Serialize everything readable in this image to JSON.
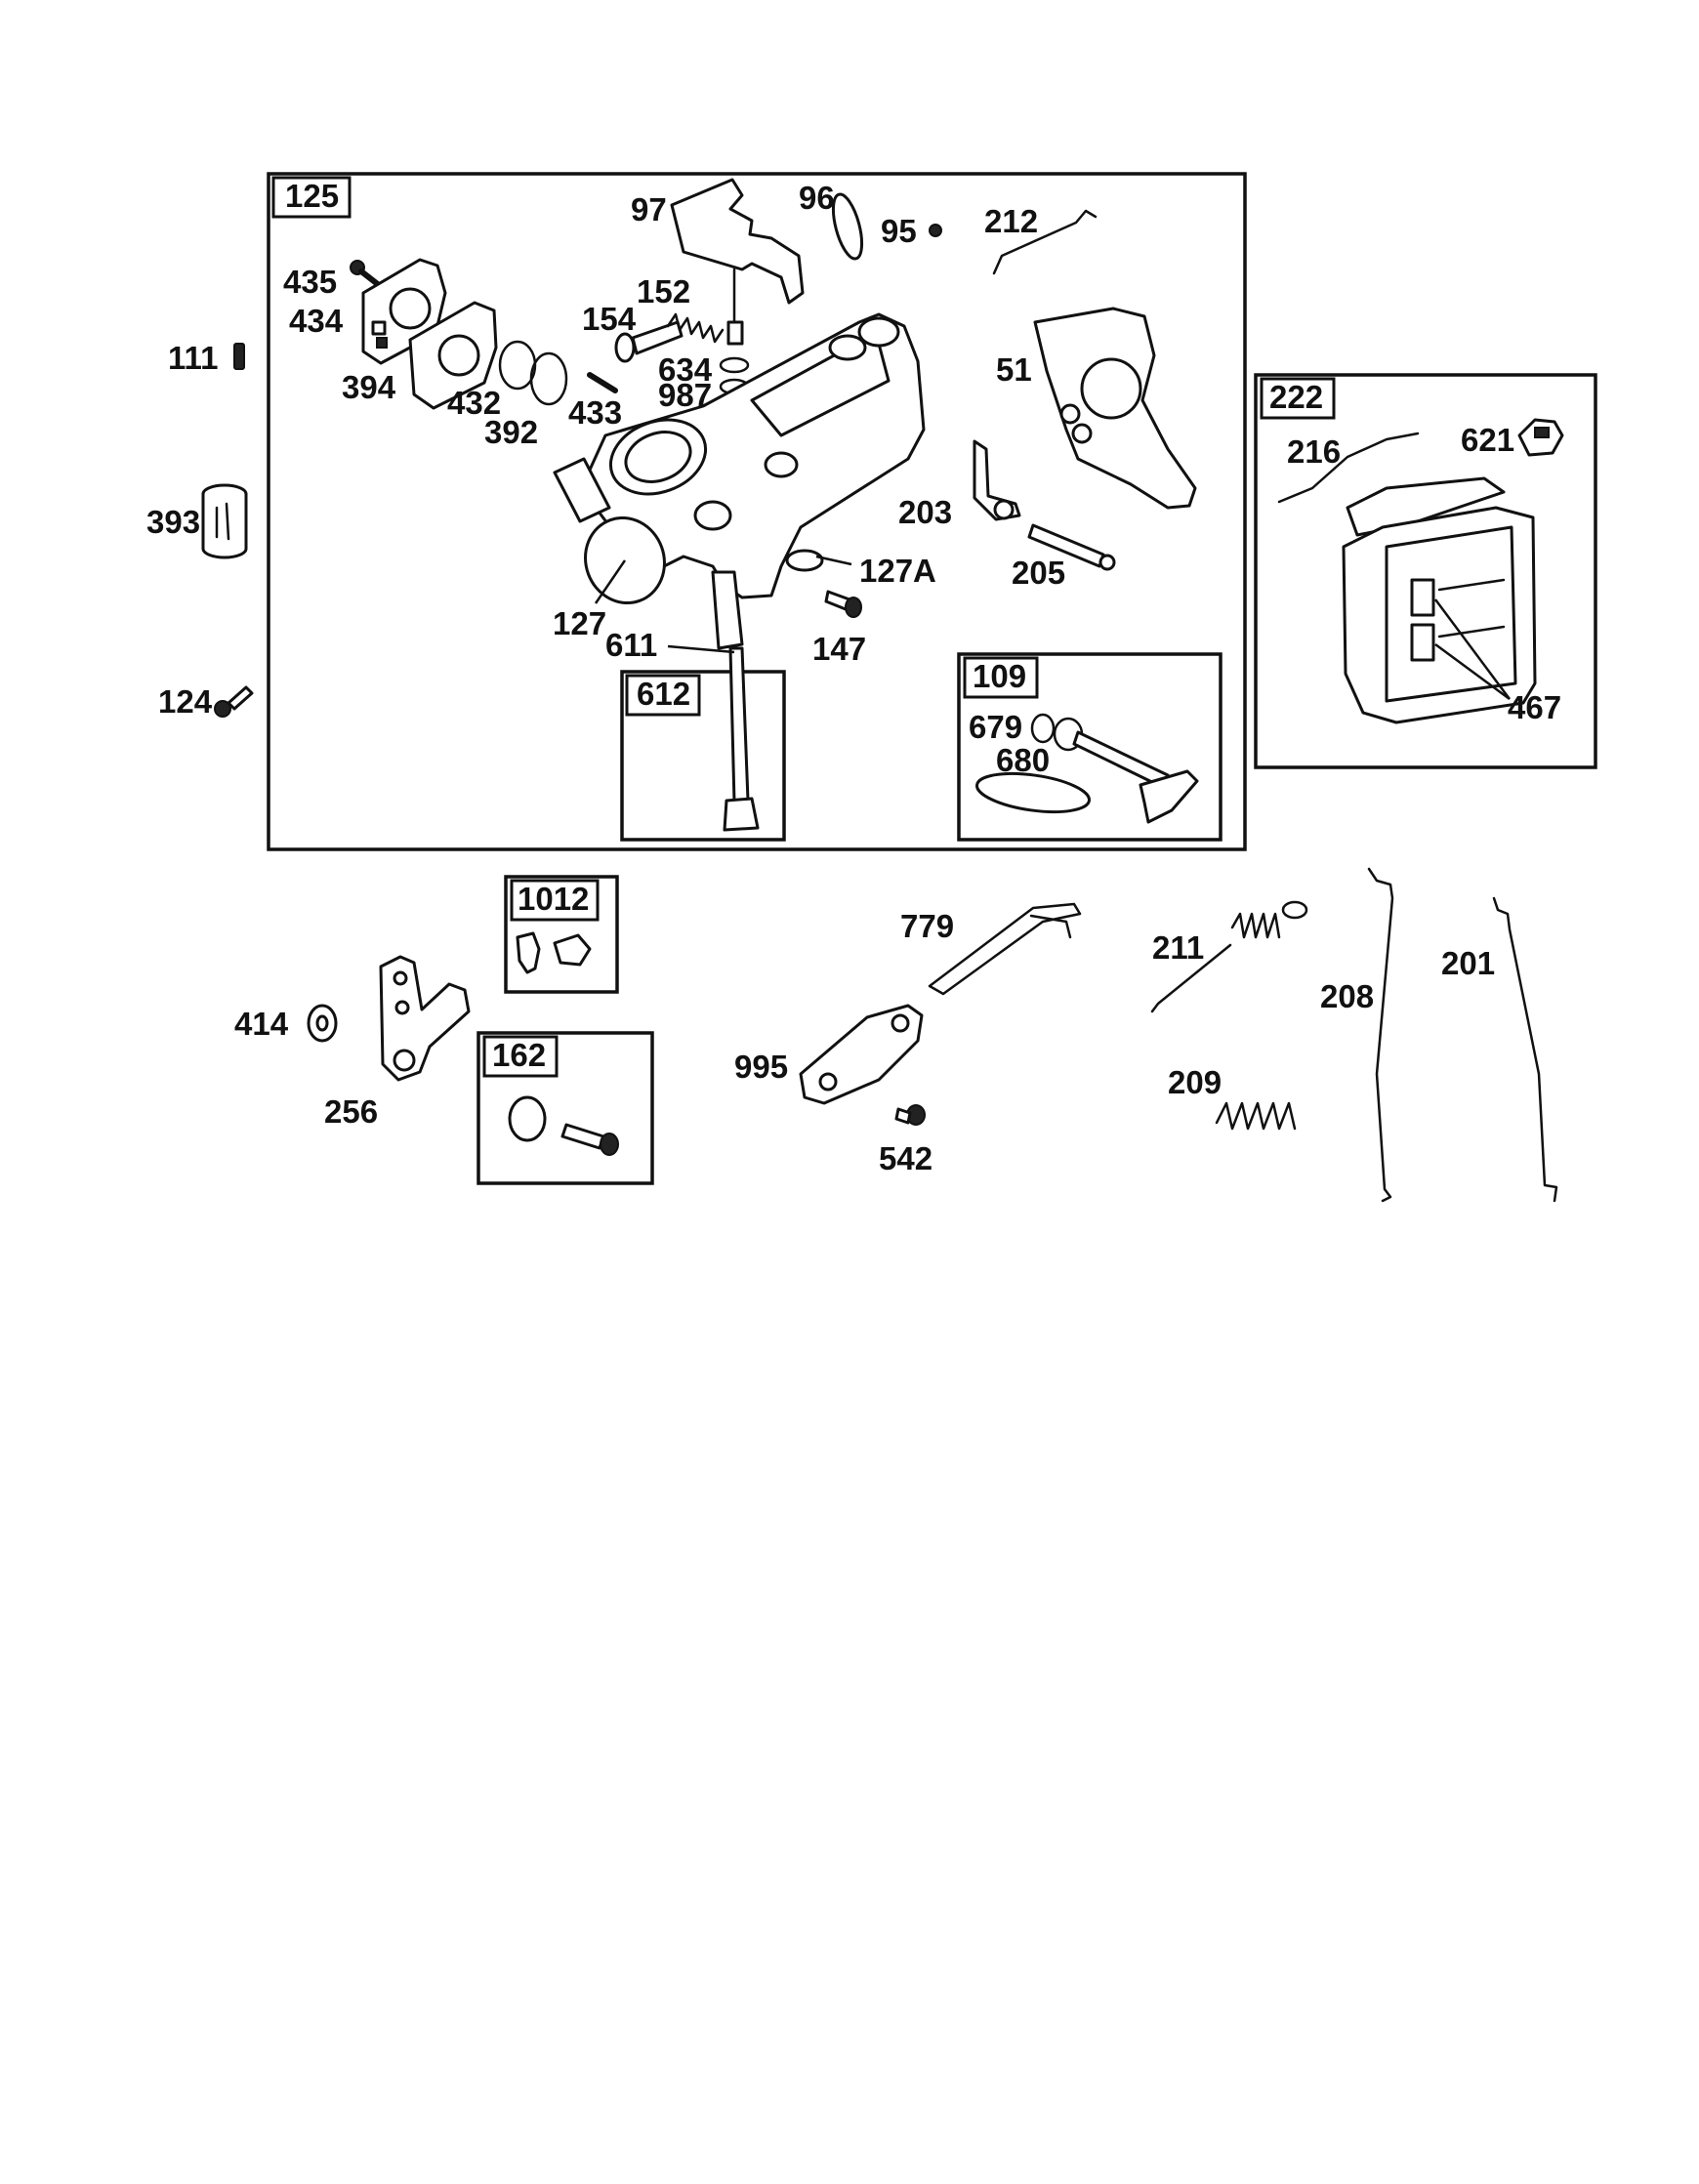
{
  "diagram": {
    "boxes": {
      "b125": "125",
      "b612": "612",
      "b109": "109",
      "b222": "222",
      "b1012": "1012",
      "b162": "162"
    },
    "labels": {
      "l97": "97",
      "l96": "96",
      "l95": "95",
      "l212": "212",
      "l435": "435",
      "l434": "434",
      "l152": "152",
      "l154": "154",
      "l634": "634",
      "l987": "987",
      "l51": "51",
      "l111": "111",
      "l394": "394",
      "l432": "432",
      "l392": "392",
      "l433": "433",
      "l393": "393",
      "l203": "203",
      "l127A": "127A",
      "l205": "205",
      "l127": "127",
      "l611": "611",
      "l147": "147",
      "l124": "124",
      "l679": "679",
      "l680": "680",
      "l216": "216",
      "l621": "621",
      "l467": "467",
      "l779": "779",
      "l211": "211",
      "l208": "208",
      "l201": "201",
      "l414": "414",
      "l256": "256",
      "l995": "995",
      "l209": "209",
      "l542": "542"
    }
  }
}
